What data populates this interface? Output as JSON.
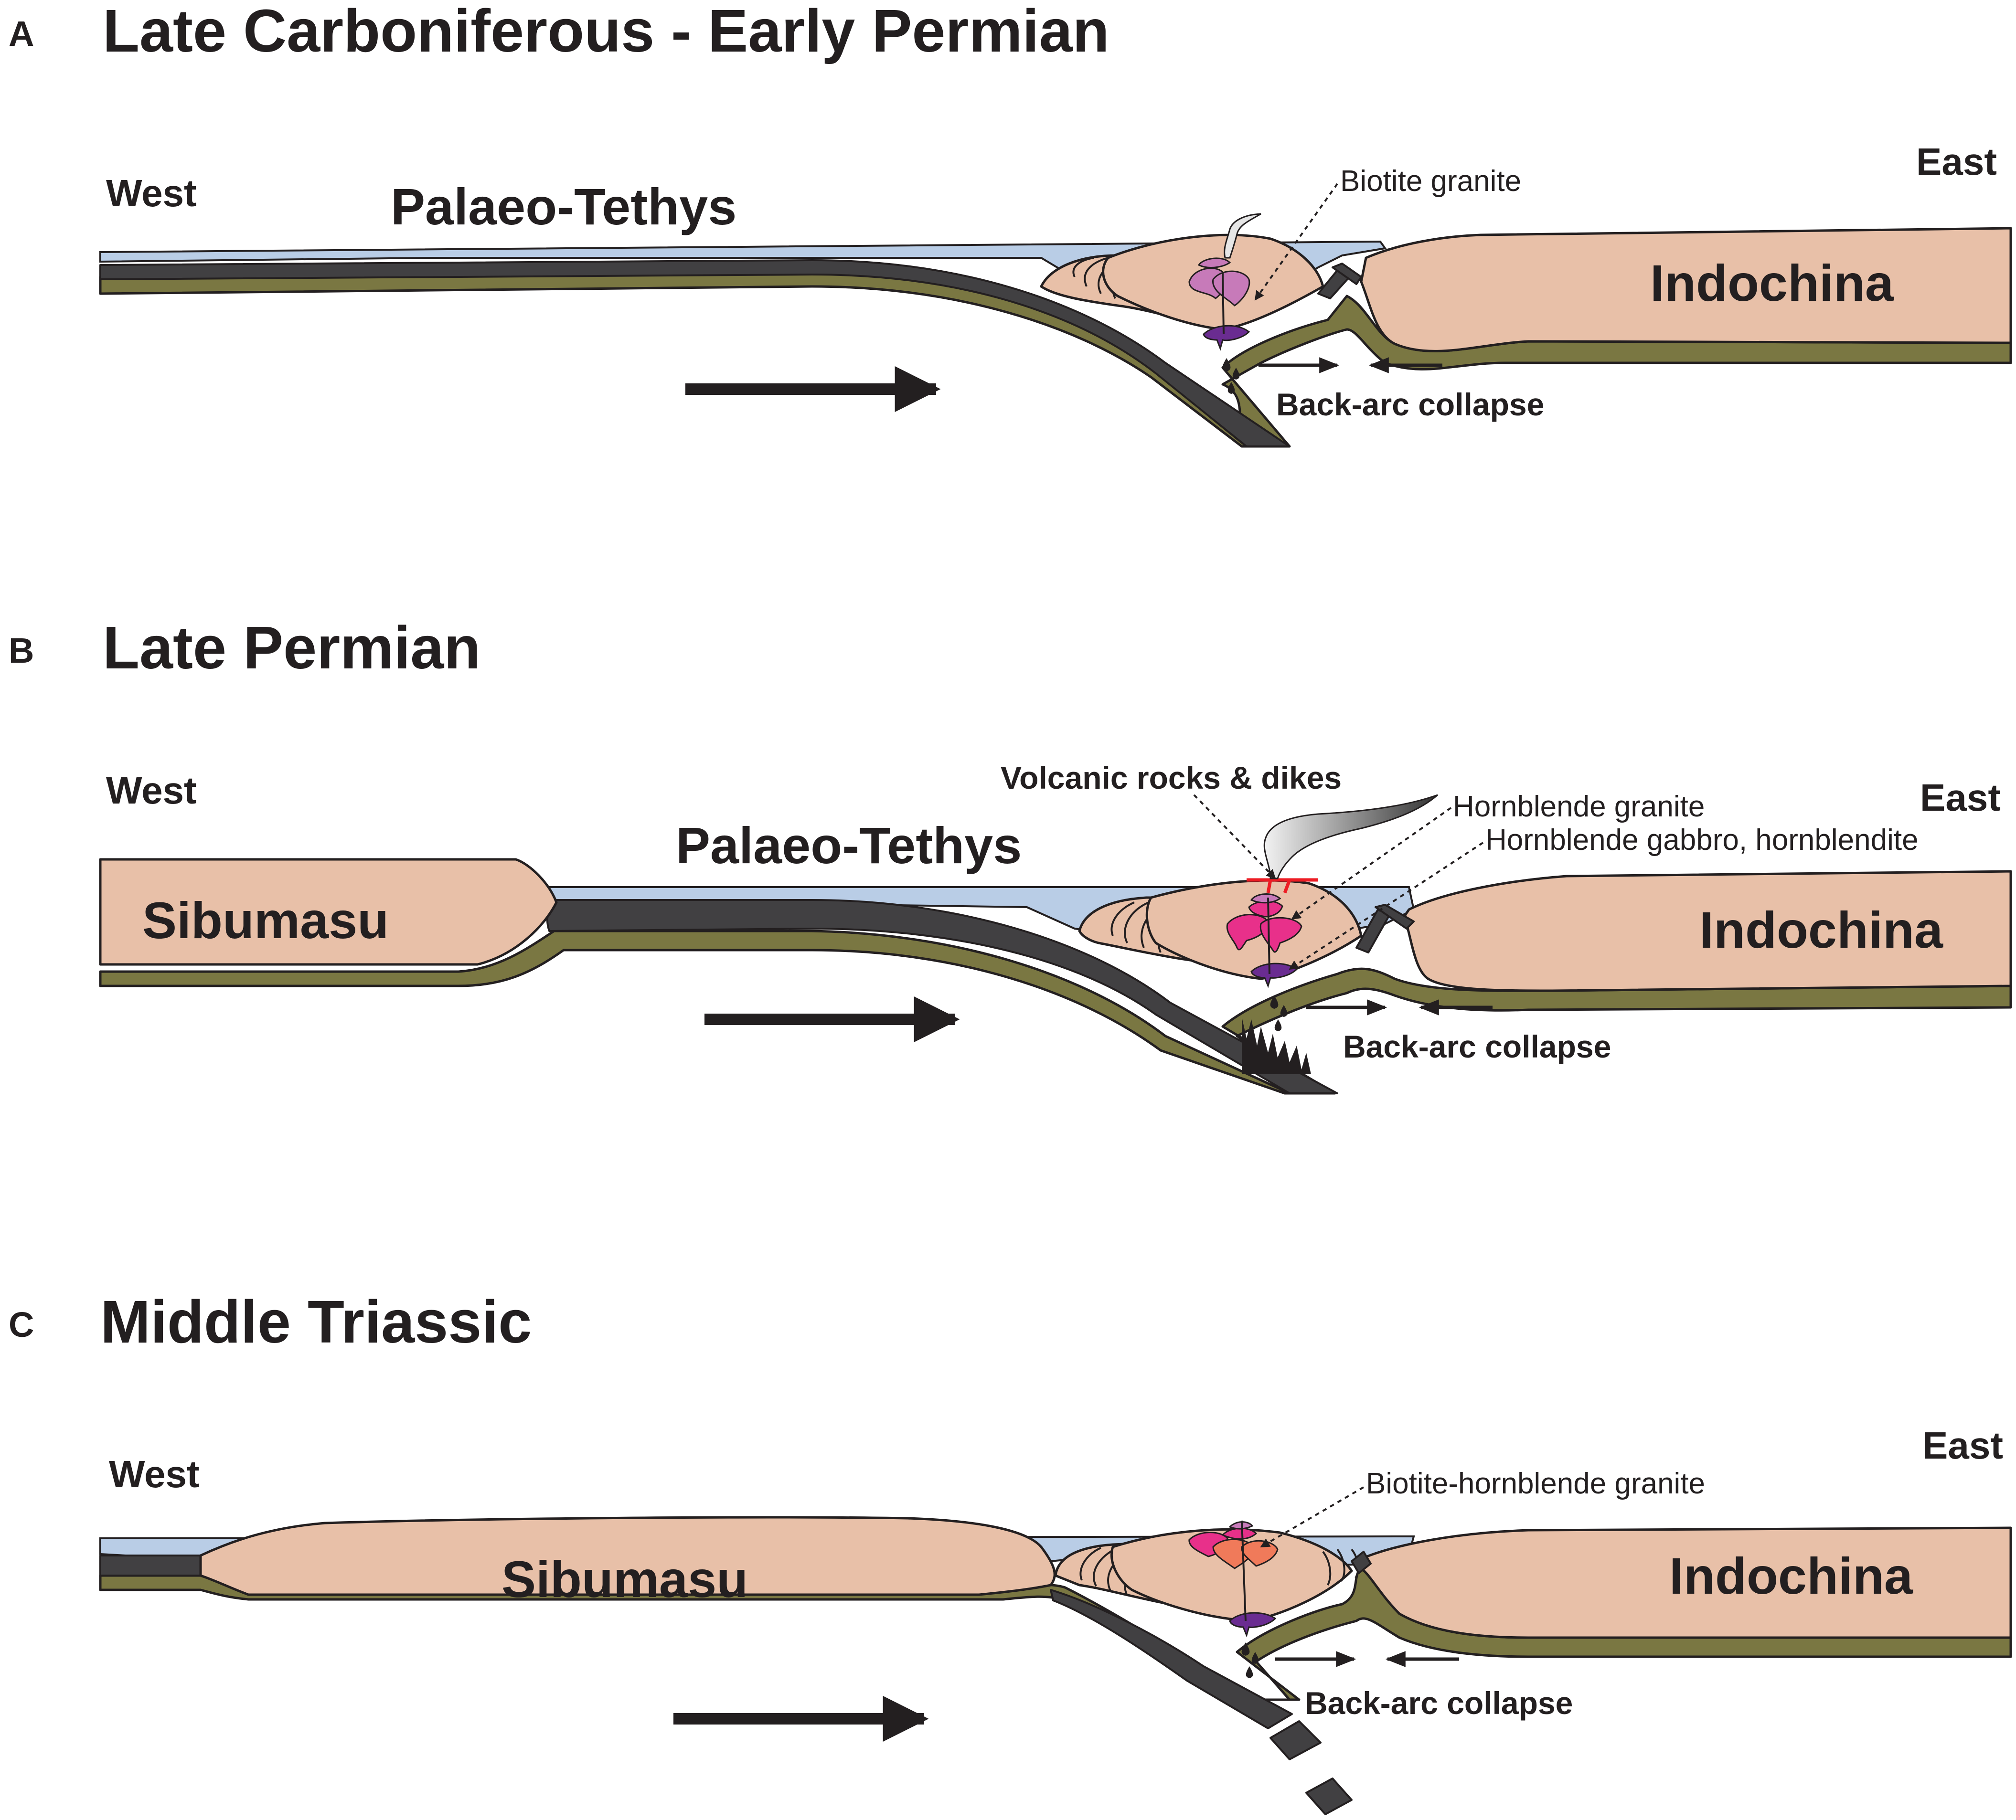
{
  "panels": [
    {
      "letter": "A",
      "title": "Late Carboniferous - Early Permian",
      "west": "West",
      "east": "East",
      "ocean": "Palaeo-Tethys",
      "right_plate": "Indochina",
      "granite_label": "Biotite granite",
      "collapse_label": "Back-arc collapse"
    },
    {
      "letter": "B",
      "title": "Late Permian",
      "west": "West",
      "east": "East",
      "ocean": "Palaeo-Tethys",
      "left_plate": "Sibumasu",
      "right_plate": "Indochina",
      "volcanic_label": "Volcanic rocks & dikes",
      "granite_label": "Hornblende granite",
      "gabbro_label": "Hornblende gabbro, hornblendite",
      "collapse_label": "Back-arc collapse"
    },
    {
      "letter": "C",
      "title": "Middle Triassic",
      "west": "West",
      "east": "East",
      "left_plate": "Sibumasu",
      "right_plate": "Indochina",
      "granite_label": "Biotite-hornblende granite",
      "collapse_label": "Back-arc collapse"
    }
  ],
  "colors": {
    "continental_crust": "#e8c0a8",
    "lithospheric_mantle": "#7a7742",
    "oceanic_crust": "#414042",
    "seawater": "#b9cde6",
    "biotite_granite": "#c77ab9",
    "hornblende_granite": "#e8308a",
    "gabbro": "#6a2c91",
    "mixed_granite": "#f07a5a",
    "volcanic_dike": "#ed1c24"
  }
}
